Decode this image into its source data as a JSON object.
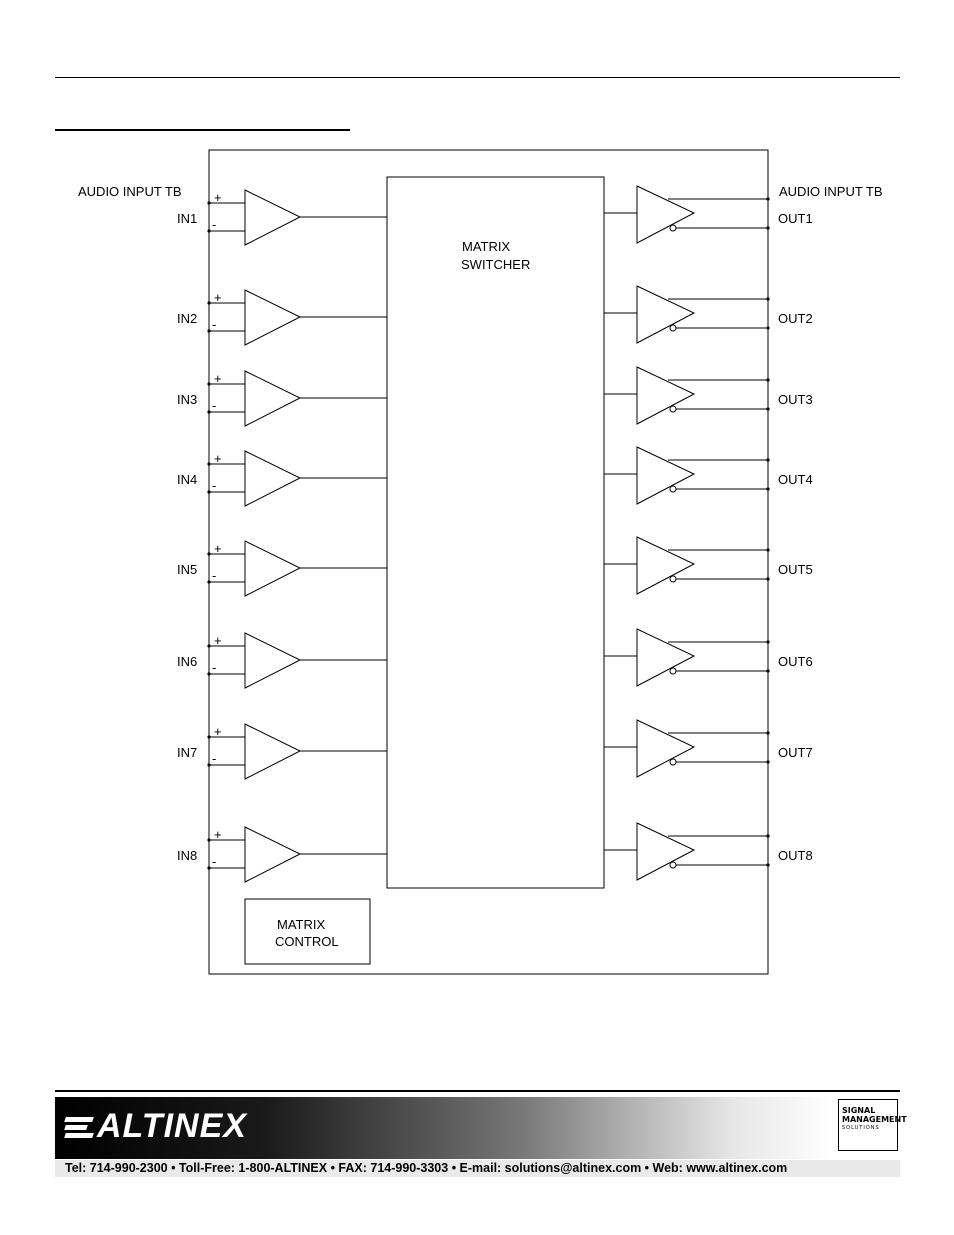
{
  "diagram": {
    "input_header": "AUDIO INPUT TB",
    "output_header": "AUDIO INPUT TB",
    "switcher_label_line1": "MATRIX",
    "switcher_label_line2": "SWITCHER",
    "control_label_line1": "MATRIX",
    "control_label_line2": "CONTROL",
    "plus_sign": "+",
    "minus_sign": "-",
    "inputs": [
      "IN1",
      "IN2",
      "IN3",
      "IN4",
      "IN5",
      "IN6",
      "IN7",
      "IN8"
    ],
    "outputs": [
      "OUT1",
      "OUT2",
      "OUT3",
      "OUT4",
      "OUT5",
      "OUT6",
      "OUT7",
      "OUT8"
    ]
  },
  "footer": {
    "brand": "ALTINEX",
    "badge_line1": "SIGNAL",
    "badge_line2": "MANAGEMENT",
    "badge_line3": "SOLUTIONS",
    "contact": "Tel: 714-990-2300 • Toll-Free: 1-800-ALTINEX • FAX: 714-990-3303 • E-mail: solutions@altinex.com • Web: www.altinex.com"
  }
}
